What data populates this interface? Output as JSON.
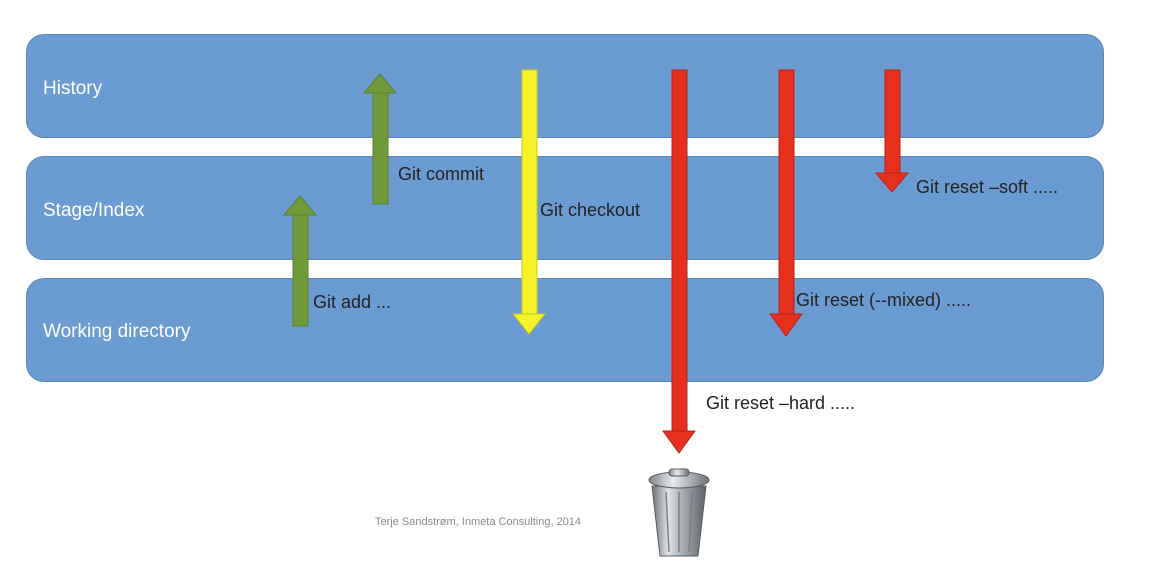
{
  "layers": {
    "history": "History",
    "stage": "Stage/Index",
    "working": "Working directory"
  },
  "commands": {
    "commit": "Git commit",
    "add": "Git add ...",
    "checkout": "Git checkout",
    "reset_soft": "Git reset –soft .....",
    "reset_mixed": "Git reset (--mixed) .....",
    "reset_hard": "Git reset –hard ....."
  },
  "credit": "Terje Sandstrøm, Inmeta Consulting, 2014",
  "colors": {
    "band": "#6a9bd1",
    "up_arrow": "#6f9a3a",
    "checkout_arrow": "#f5f22a",
    "reset_arrow": "#e5301d"
  },
  "icons": {
    "trash": "trash-can-icon"
  }
}
